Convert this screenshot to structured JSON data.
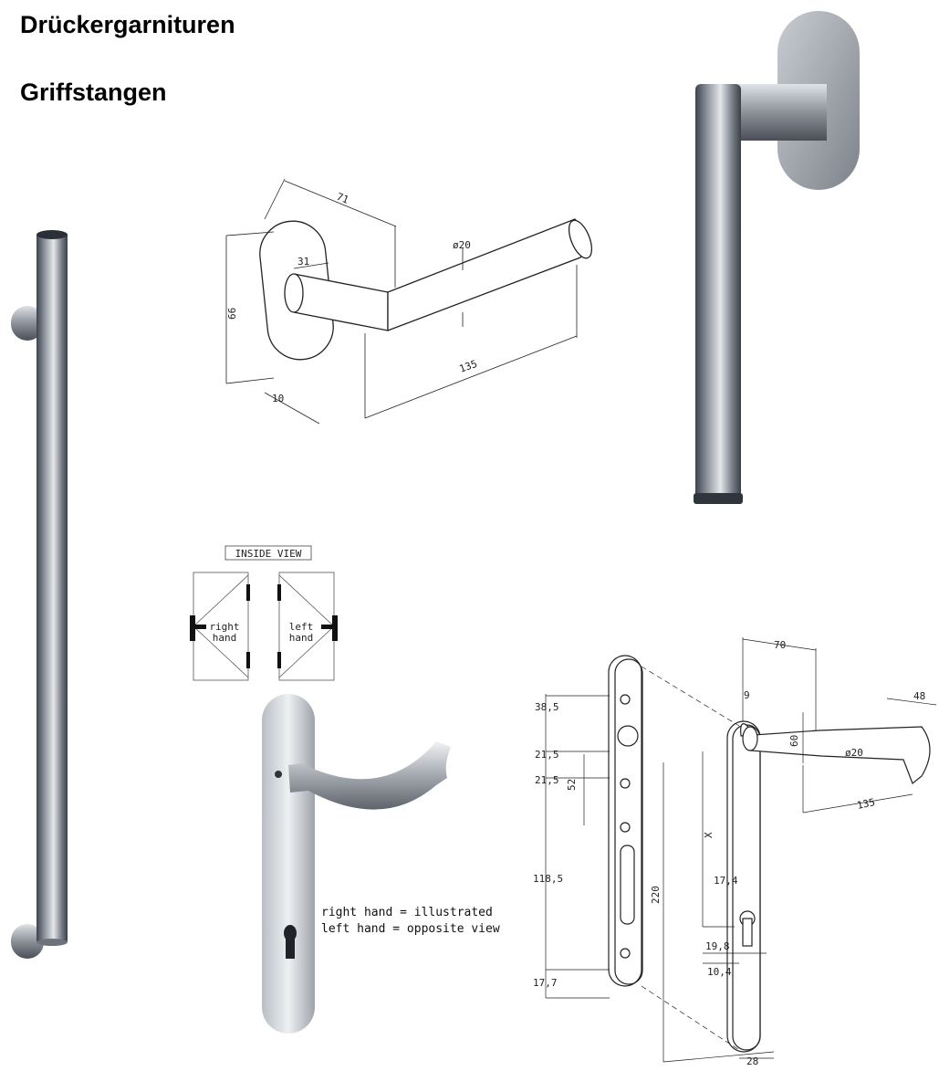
{
  "headings": {
    "title": "Drückergarnituren",
    "subtitle": "Griffstangen"
  },
  "lever_drawing": {
    "dim_width": "71",
    "dim_rose": "31",
    "dim_height": "66",
    "dim_diameter": "ø20",
    "dim_length": "135",
    "dim_depth": "10"
  },
  "inside_view": {
    "label": "INSIDE VIEW",
    "right_a": "right",
    "right_b": "hand",
    "left_a": "left",
    "left_b": "hand"
  },
  "hand_note": {
    "line1": "right hand = illustrated",
    "line2": "left hand = opposite view"
  },
  "plate_drawing": {
    "d_38_5": "38,5",
    "d_21_5a": "21,5",
    "d_21_5b": "21,5",
    "d_52": "52",
    "d_118_5": "118,5",
    "d_17_7": "17,7",
    "d_220": "220",
    "d_9": "9",
    "d_70": "70",
    "d_60": "60",
    "d_48": "48",
    "d_20": "ø20",
    "d_135": "135",
    "d_x": "X",
    "d_17_4": "17,4",
    "d_19_8": "19,8",
    "d_10_4": "10,4",
    "d_28": "28"
  }
}
